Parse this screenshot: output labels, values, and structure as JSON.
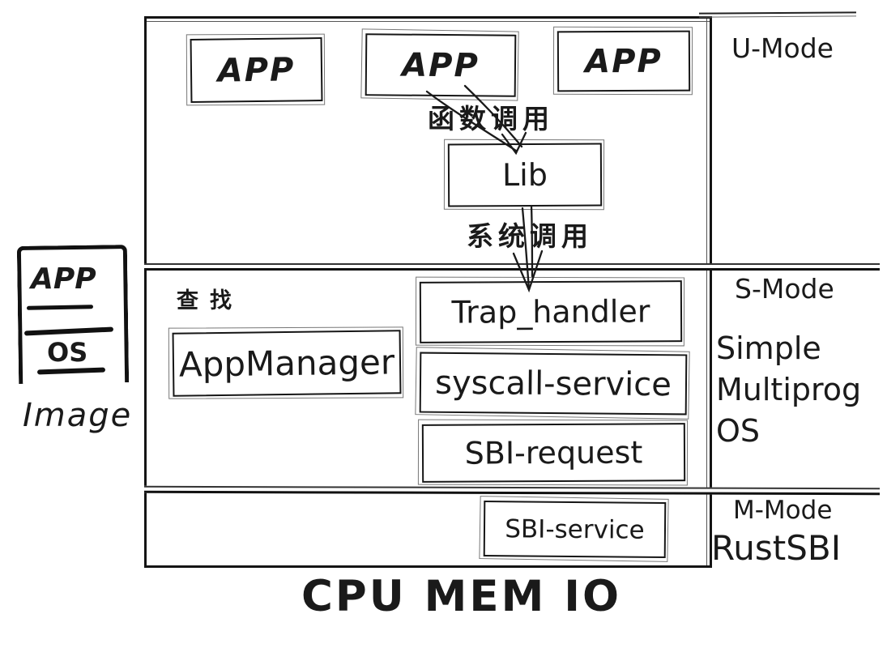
{
  "colors": {
    "ink": "#1a1a1a",
    "background": "#ffffff"
  },
  "u_mode": {
    "mode_label": "U-Mode",
    "app_boxes": [
      "APP",
      "APP",
      "APP"
    ],
    "lib_box": "Lib",
    "function_call_label": "函数调用",
    "system_call_label": "系统调用"
  },
  "s_mode": {
    "mode_label": "S-Mode",
    "os_name_lines": [
      "Simple",
      "Multiprog",
      "OS"
    ],
    "lookup_label": "查找",
    "app_manager_box": "AppManager",
    "trap_handler_box": "Trap_handler",
    "syscall_service_box": "syscall-service",
    "sbi_request_box": "SBI-request"
  },
  "m_mode": {
    "mode_label": "M-Mode",
    "impl_label": "RustSBI",
    "sbi_service_box": "SBI-service"
  },
  "hardware": {
    "labels": [
      "CPU",
      "MEM",
      "IO"
    ]
  },
  "image_box": {
    "app_label": "APP",
    "os_label": "OS",
    "caption": "Image"
  }
}
